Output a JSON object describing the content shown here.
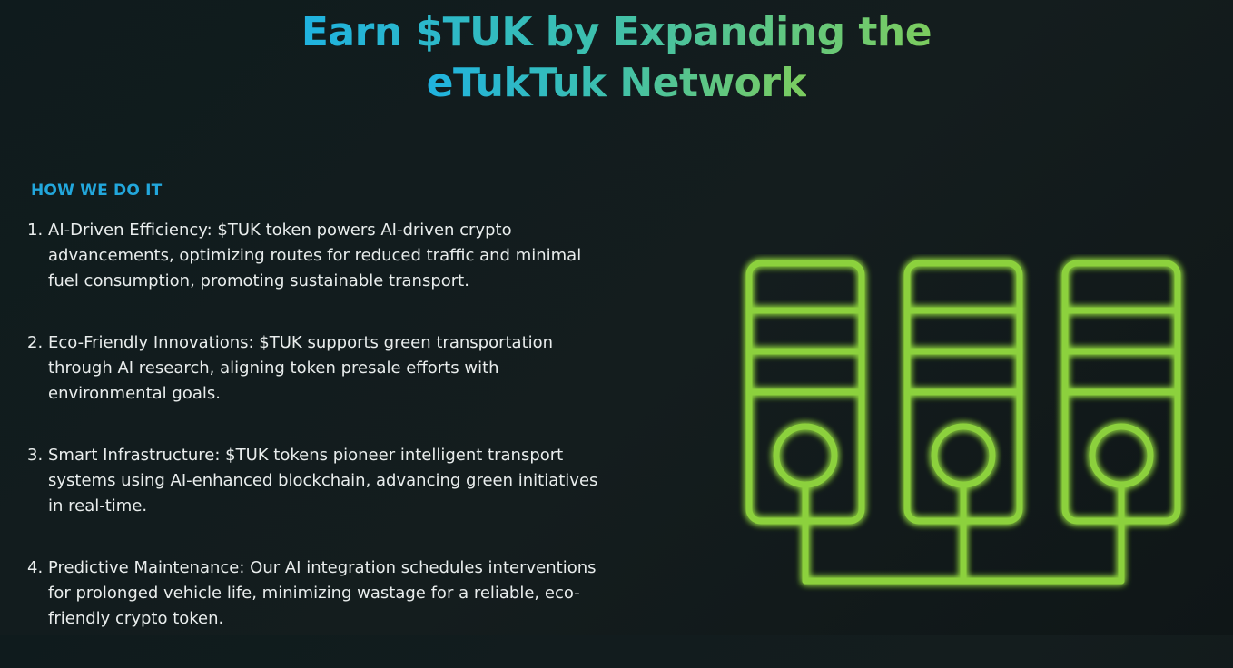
{
  "header": {
    "title_line1": "Earn $TUK by Expanding the",
    "title_line2": "eTukTuk Network"
  },
  "section": {
    "label": "HOW WE DO IT"
  },
  "steps": [
    {
      "number": "1.",
      "text": "AI-Driven Efficiency: $TUK token powers AI-driven crypto advancements, optimizing routes for reduced traffic and minimal fuel consumption, promoting sustainable transport."
    },
    {
      "number": "2.",
      "text": "Eco-Friendly Innovations: $TUK supports green transportation through AI research, aligning token presale efforts with environmental goals."
    },
    {
      "number": "3.",
      "text": "Smart Infrastructure: $TUK tokens pioneer intelligent transport systems using AI-enhanced blockchain, advancing green initiatives in real-time."
    },
    {
      "number": "4.",
      "text": "Predictive Maintenance: Our AI integration schedules interventions for prolonged vehicle life, minimizing wastage for a reliable, eco-friendly crypto token."
    }
  ],
  "illustration": {
    "icon": "server-network-icon",
    "stroke_color": "#8cd13e",
    "glow_color": "#6fe02a"
  },
  "colors": {
    "title_gradient_start": "#1fb2e0",
    "title_gradient_end": "#7ccc5e",
    "section_label": "#22a7dc",
    "background": "#121b1c",
    "body_text": "#e9eded"
  }
}
